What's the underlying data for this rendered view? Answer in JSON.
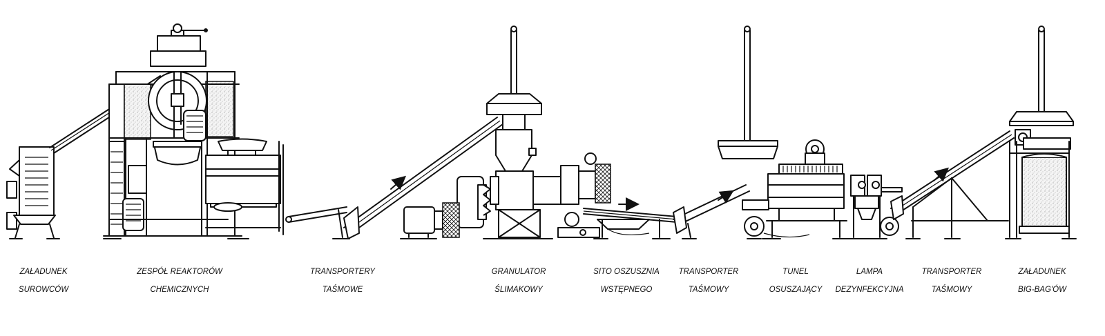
{
  "stations": [
    {
      "line1": "ZAŁADUNEK",
      "line2": "SUROWCÓW"
    },
    {
      "line1": "ZESPÓŁ REAKTORÓW",
      "line2": "CHEMICZNYCH"
    },
    {
      "line1": "TRANSPORTERY",
      "line2": "TAŚMOWE"
    },
    {
      "line1": "GRANULATOR",
      "line2": "ŚLIMAKOWY"
    },
    {
      "line1": "SITO OSZUSZNIA",
      "line2": "WSTĘPNEGO"
    },
    {
      "line1": "TRANSPORTER",
      "line2": "TAŚMOWY"
    },
    {
      "line1": "TUNEL",
      "line2": "OSUSZAJĄCY"
    },
    {
      "line1": "LAMPA",
      "line2": "DEZYNFEKCYJNA"
    },
    {
      "line1": "TRANSPORTER",
      "line2": "TAŚMOWY"
    },
    {
      "line1": "ZAŁADUNEK",
      "line2": "BIG-BAG'ÓW"
    }
  ],
  "colors": {
    "line": "#111111",
    "background": "#ffffff",
    "fill_texture": "#d8d8d8"
  }
}
